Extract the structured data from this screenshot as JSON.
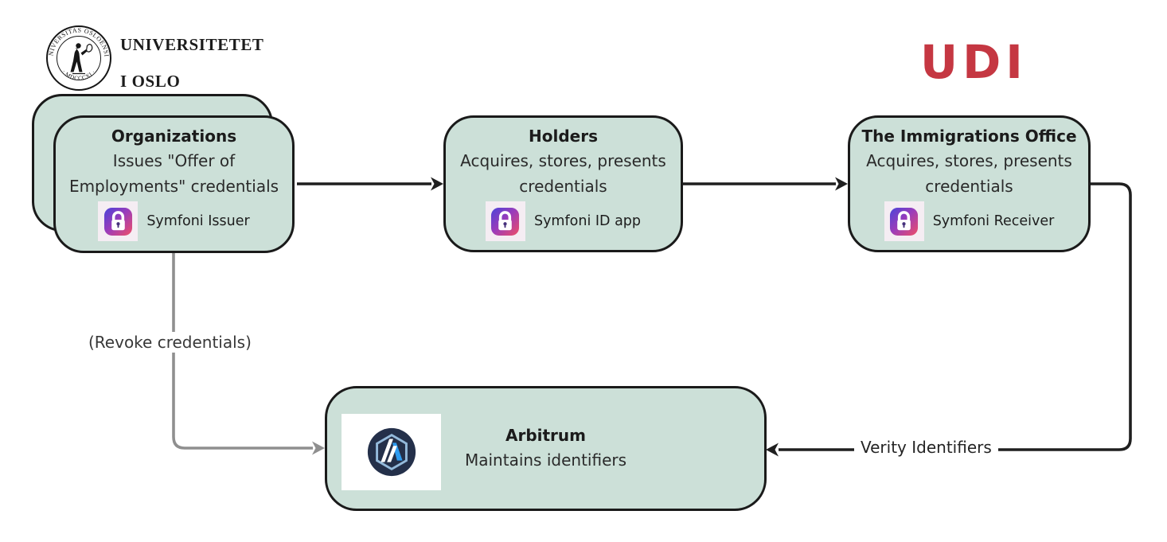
{
  "header": {
    "uio_logo": {
      "name_line1": "UNIVERSITETET",
      "name_line2": "I OSLO",
      "seal_top_text": "UNIVERSITAS OSLOENSIS",
      "seal_bottom_text": "· MDCCCXI ·"
    },
    "udi_logo": {
      "text": "UDI"
    }
  },
  "nodes": {
    "organizations": {
      "title": "Organizations",
      "description_line1": "Issues \"Offer of",
      "description_line2": "Employments\" credentials",
      "app": "Symfoni Issuer"
    },
    "holders": {
      "title": "Holders",
      "description_line1": "Acquires, stores, presents",
      "description_line2": "credentials",
      "app": "Symfoni ID app"
    },
    "immigrations_office": {
      "title": "The Immigrations Office",
      "description_line1": "Acquires, stores, presents",
      "description_line2": "credentials",
      "app": "Symfoni Receiver"
    },
    "arbitrum": {
      "title": "Arbitrum",
      "description": "Maintains identifiers"
    }
  },
  "edges": {
    "revoke": {
      "label": "(Revoke credentials)"
    },
    "verify": {
      "label": "Verity Identifiers"
    }
  },
  "colors": {
    "node_fill": "#cce0d8",
    "node_border": "#1a1a1a",
    "black_arrow": "#1f1f1f",
    "gray_arrow": "#8f8f8f",
    "udi_red": "#c53742"
  }
}
